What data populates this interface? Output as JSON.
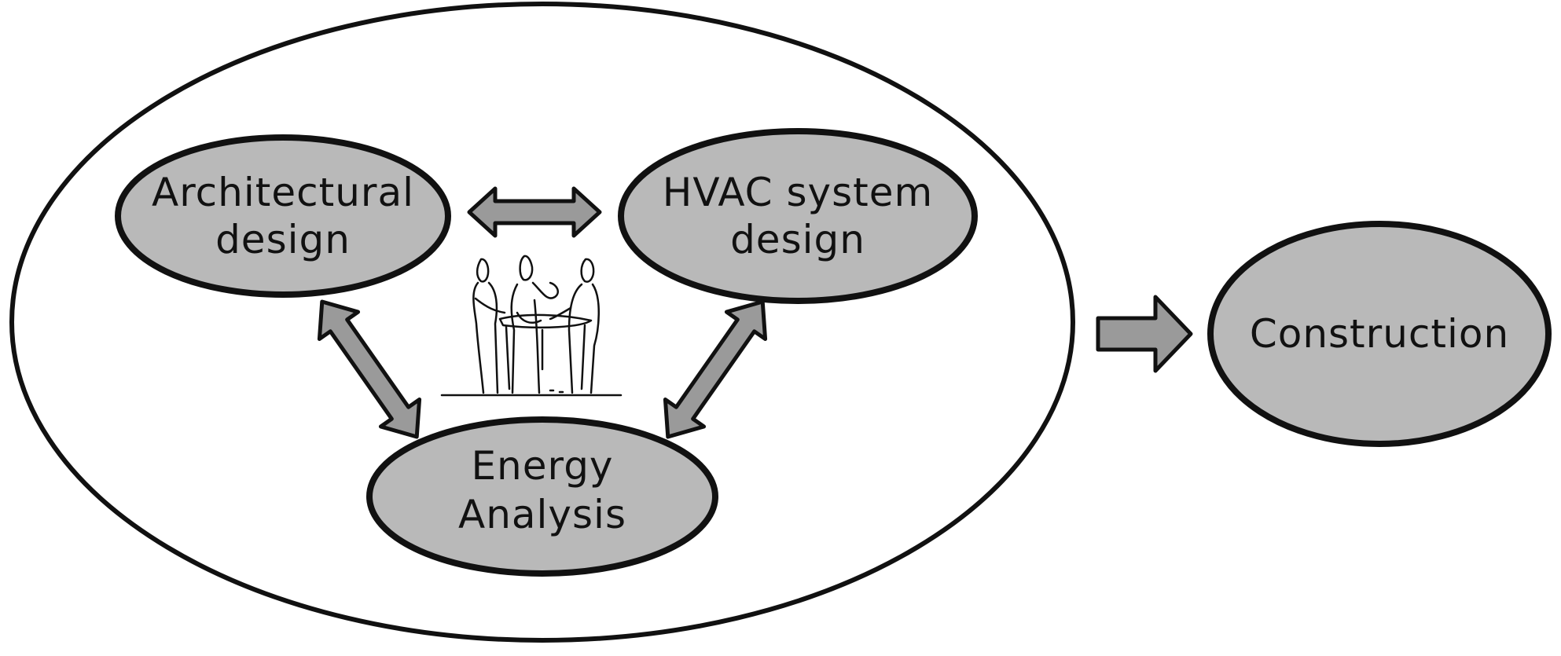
{
  "diagram": {
    "nodes": {
      "architectural": {
        "line1": "Architectural",
        "line2": "design"
      },
      "hvac": {
        "line1": "HVAC system",
        "line2": "design"
      },
      "energy": {
        "line1": "Energy",
        "line2": "Analysis"
      },
      "construction": {
        "line1": "Construction"
      }
    },
    "colors": {
      "node_fill": "#b9b9b9",
      "arrow_fill": "#9a9a9a",
      "stroke": "#111111",
      "background": "#ffffff"
    },
    "icons": [
      "team-meeting-sketch-icon"
    ]
  }
}
